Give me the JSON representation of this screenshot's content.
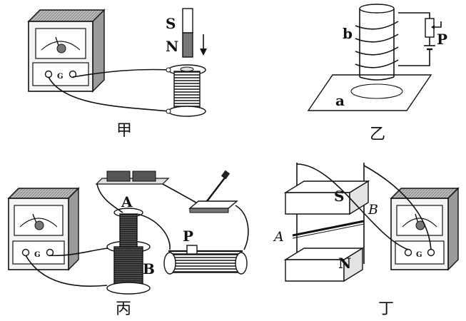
{
  "panels": {
    "jia": {
      "caption": "甲",
      "meter_label": "G",
      "magnet_top": "S",
      "magnet_bottom": "N"
    },
    "yi": {
      "caption": "乙",
      "label_a": "a",
      "label_b": "b",
      "label_p": "P"
    },
    "bing": {
      "caption": "丙",
      "meter_label": "G",
      "label_a": "A",
      "label_b": "B",
      "label_p": "P"
    },
    "ding": {
      "caption": "丁",
      "meter_label": "G",
      "magnet_top": "S",
      "magnet_bottom": "N",
      "label_a": "A",
      "label_b": "B"
    }
  }
}
